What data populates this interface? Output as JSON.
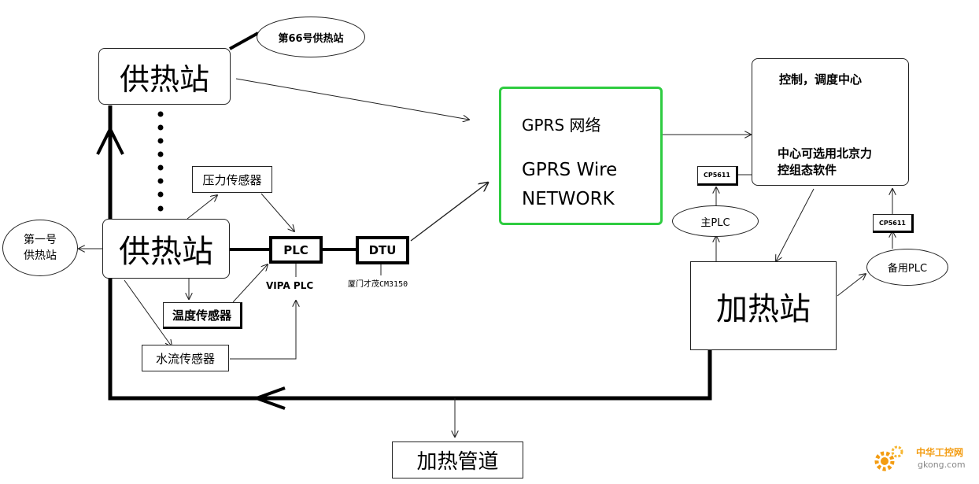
{
  "station_top": "供热站",
  "station_66": "第66号供热站",
  "station_main": "供热站",
  "station_first": "第一号\n供热站",
  "pressure_sensor": "压力传感器",
  "temp_sensor": "温度传感器",
  "flow_sensor": "水流传感器",
  "plc": "PLC",
  "plc_model": "VIPA PLC",
  "dtu": "DTU",
  "dtu_model": "厦门才茂CM3150",
  "gprs_line1": "GPRS 网络",
  "gprs_line2": "GPRS Wire",
  "gprs_line3": "NETWORK",
  "control_center_title": "控制，调度中心",
  "control_center_note": "中心可选用北京力\n控组态软件",
  "cp5611_left": "CP5611",
  "cp5611_right": "CP5611",
  "main_plc": "主PLC",
  "backup_plc": "备用PLC",
  "heating_station": "加热站",
  "heating_pipe": "加热管道",
  "watermark_cn": "中华工控网",
  "watermark_url": "gkong.com",
  "colors": {
    "gprs_border": "#2ecc40",
    "watermark": "#f39c12"
  }
}
